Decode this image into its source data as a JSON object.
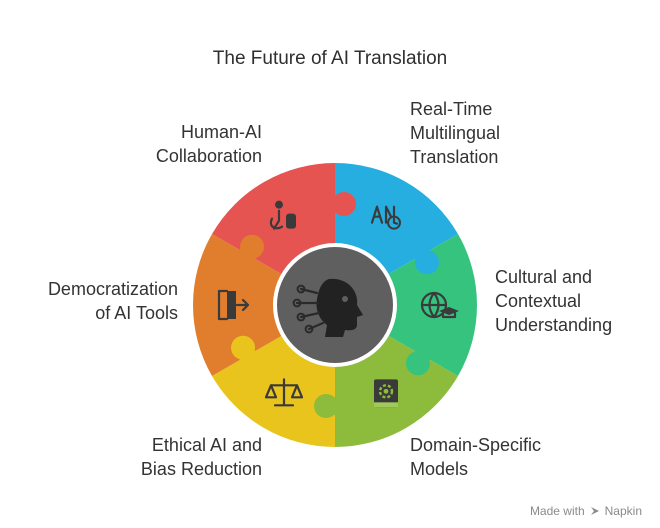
{
  "title": "The Future of AI Translation",
  "segments": [
    {
      "lines": [
        "Real-Time",
        "Multilingual",
        "Translation"
      ],
      "color": "#27aee0",
      "icon": "language-clock-icon"
    },
    {
      "lines": [
        "Cultural and",
        "Contextual",
        "Understanding"
      ],
      "color": "#35c37e",
      "icon": "globe-graduation-cap-icon"
    },
    {
      "lines": [
        "Domain-Specific",
        "Models"
      ],
      "color": "#8dbb3c",
      "icon": "gear-book-icon"
    },
    {
      "lines": [
        "Ethical AI and",
        "Bias Reduction"
      ],
      "color": "#e8c41c",
      "icon": "balance-scale-icon"
    },
    {
      "lines": [
        "Democratization",
        "of AI Tools"
      ],
      "color": "#e07e2e",
      "icon": "door-exit-icon"
    },
    {
      "lines": [
        "Human-AI",
        "Collaboration"
      ],
      "color": "#e55451",
      "icon": "person-robot-icon"
    }
  ],
  "center": {
    "color": "#5f5f5f",
    "icon": "ai-head-circuit-icon"
  },
  "credit": {
    "prefix": "Made with",
    "brand": "Napkin"
  }
}
